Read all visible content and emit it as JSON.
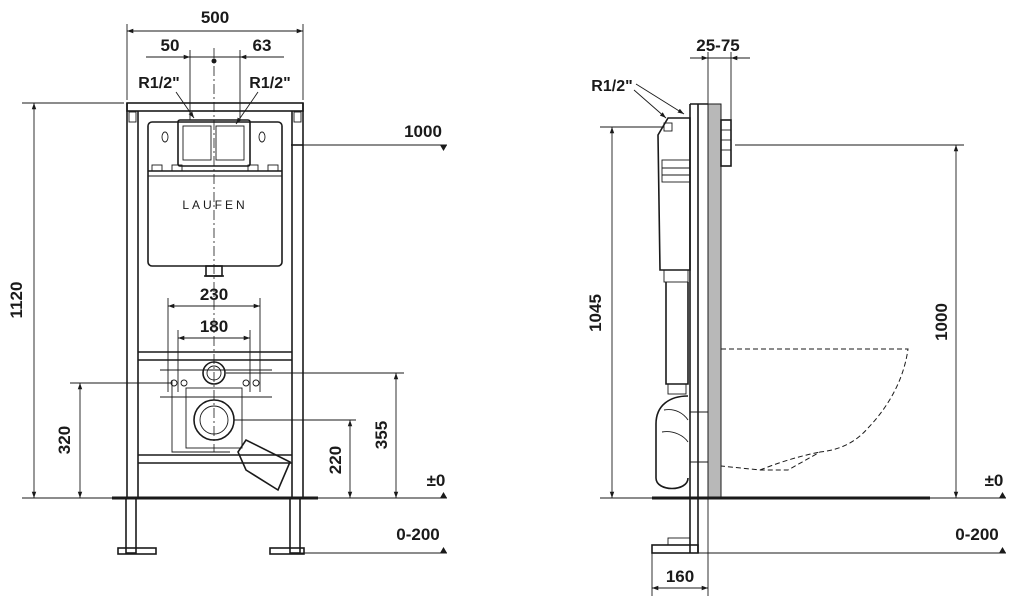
{
  "front_view": {
    "width_total": "500",
    "offset_left": "50",
    "offset_right": "63",
    "thread_left": "R1/2\"",
    "thread_right": "R1/2\"",
    "brand": "LAUFEN",
    "height_total": "1120",
    "level_1000": "1000",
    "spacing_230": "230",
    "spacing_180": "180",
    "height_320": "320",
    "height_220": "220",
    "height_355": "355",
    "zero_level": "±0",
    "foot_range": "0-200"
  },
  "side_view": {
    "depth_range": "25-75",
    "thread": "R1/2\"",
    "height_1045": "1045",
    "height_1000": "1000",
    "zero_level": "±0",
    "foot_range": "0-200",
    "foot_depth": "160"
  }
}
